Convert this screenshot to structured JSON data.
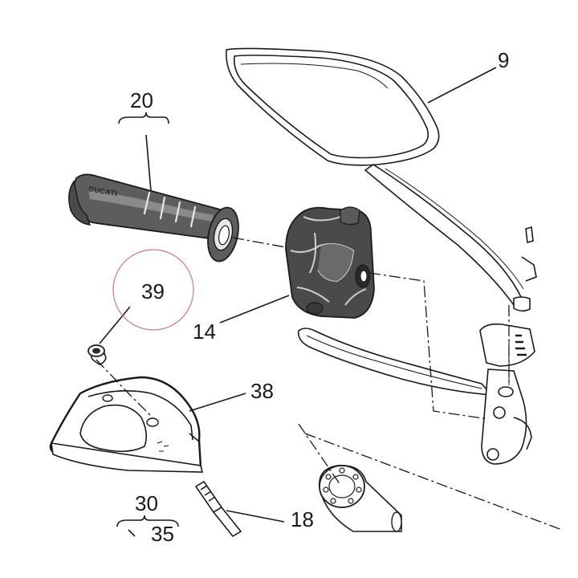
{
  "diagram": {
    "highlight_color": "#c87a80",
    "grip_color": "#5d5d5d",
    "grip_highlight_color": "#8a8a8a",
    "switch_color": "#4a4a4a",
    "line_color": "#1a1a1a",
    "logo_text": "DUCATI",
    "labels": {
      "p9": "9",
      "p20": "20",
      "p39": "39",
      "p14": "14",
      "p38": "38",
      "p30": "30",
      "p18": "18",
      "p35": "35"
    }
  }
}
